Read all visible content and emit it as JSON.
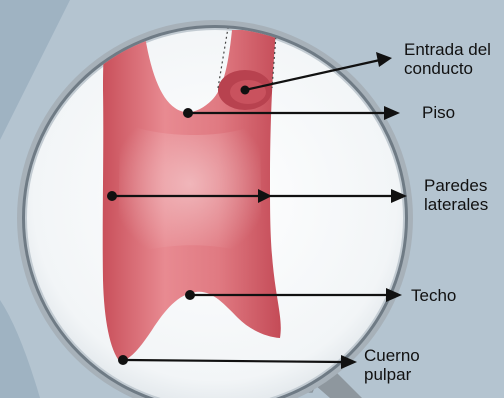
{
  "labels": {
    "entrada_line1": "Entrada del",
    "entrada_line2": "conducto",
    "piso": "Piso",
    "paredes_line1": "Paredes",
    "paredes_line2": "laterales",
    "techo": "Techo",
    "cuerno_line1": "Cuerno",
    "cuerno_line2": "pulpar"
  },
  "colors": {
    "background": "#b4c4d0",
    "lens_fill": "#f5f7f9",
    "lens_ring": "#9aa4ac",
    "pulp_base": "#d9616a",
    "pulp_dark": "#b8424f",
    "arrow": "#111111"
  },
  "icons": {
    "magnifier": "magnifying-glass-icon"
  }
}
